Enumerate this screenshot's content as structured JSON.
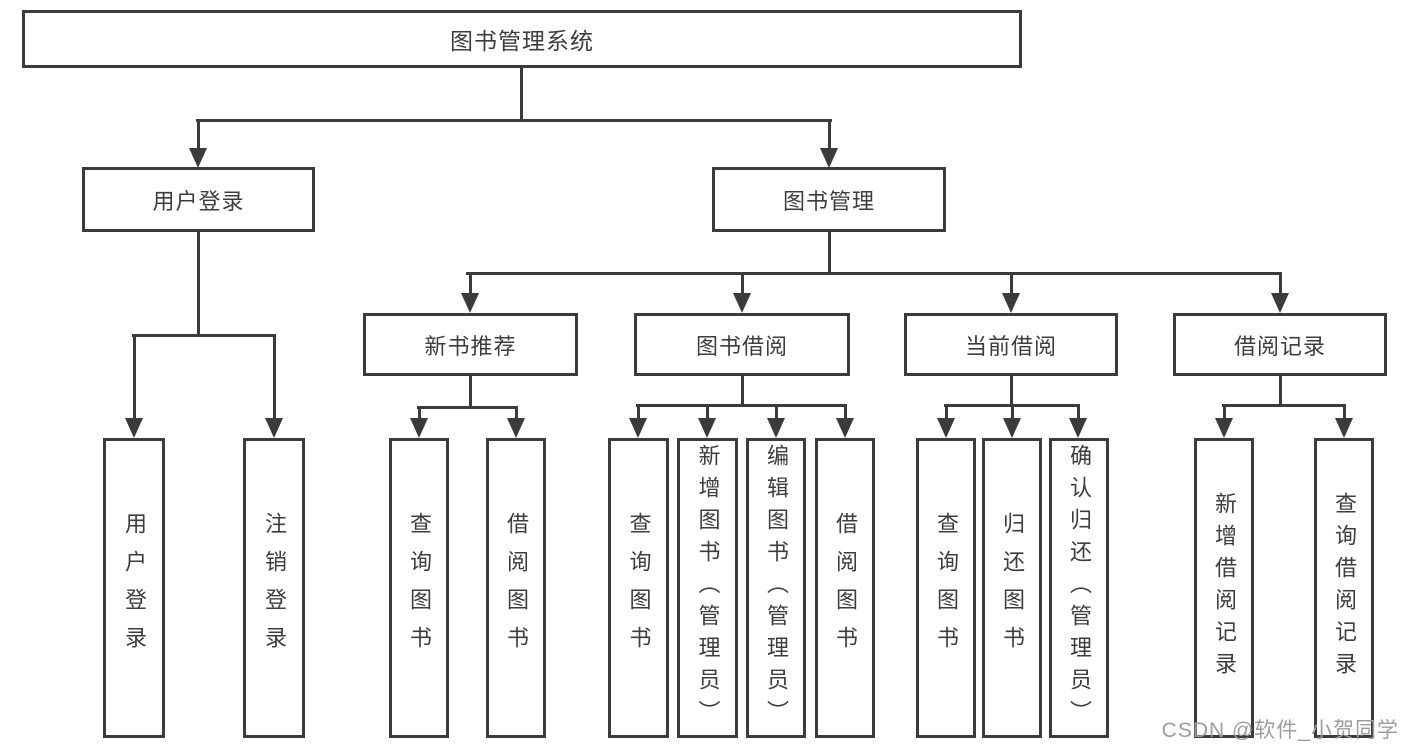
{
  "tree": {
    "root": {
      "label": "图书管理系统",
      "children": [
        {
          "label": "用户登录",
          "children": [
            {
              "label": "用户登录"
            },
            {
              "label": "注销登录"
            }
          ]
        },
        {
          "label": "图书管理",
          "children": [
            {
              "label": "新书推荐",
              "children": [
                {
                  "label": "查询图书"
                },
                {
                  "label": "借阅图书"
                }
              ]
            },
            {
              "label": "图书借阅",
              "children": [
                {
                  "label": "查询图书"
                },
                {
                  "label": "新增图书（管理员）"
                },
                {
                  "label": "编辑图书（管理员）"
                },
                {
                  "label": "借阅图书"
                }
              ]
            },
            {
              "label": "当前借阅",
              "children": [
                {
                  "label": "查询图书"
                },
                {
                  "label": "归还图书"
                },
                {
                  "label": "确认归还（管理员）"
                }
              ]
            },
            {
              "label": "借阅记录",
              "children": [
                {
                  "label": "新增借阅记录"
                },
                {
                  "label": "查询借阅记录"
                }
              ]
            }
          ]
        }
      ]
    }
  },
  "watermark": {
    "text": "CSDN @软件_小贺同学"
  },
  "colors": {
    "line": "#3b3b3b",
    "text": "#3d3d3d",
    "background": "#ffffff",
    "watermark": "#9d9d9d"
  }
}
